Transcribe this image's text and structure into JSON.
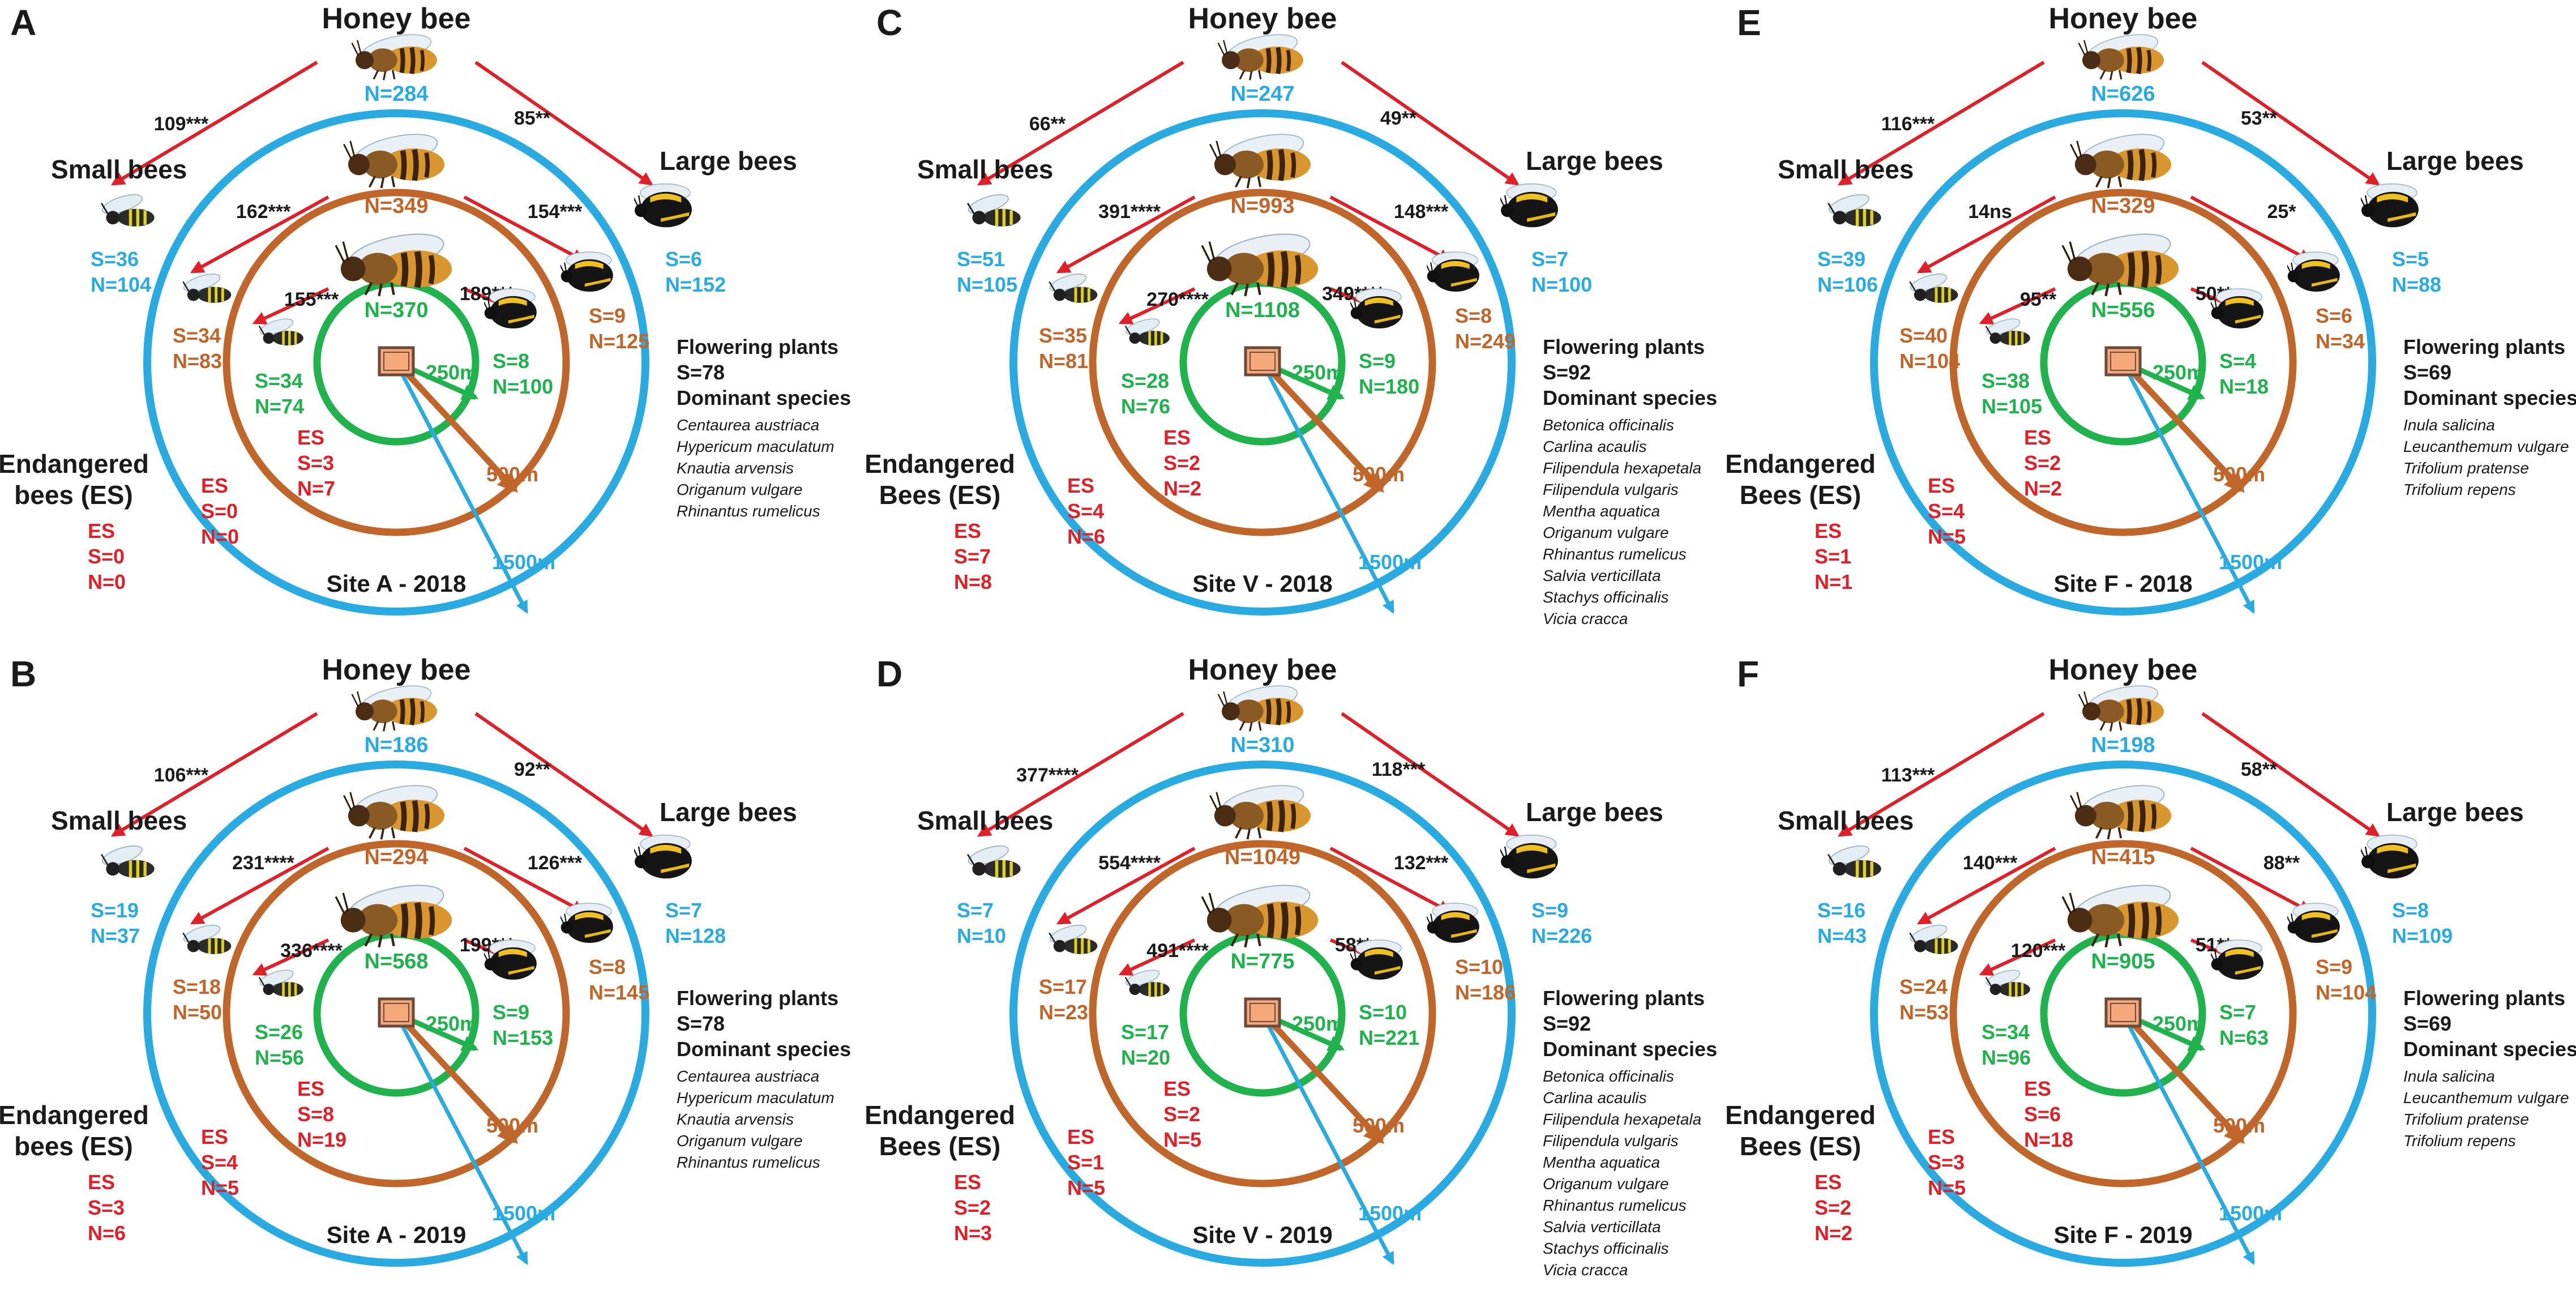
{
  "colors": {
    "blue": "#29abe2",
    "brown": "#c1662b",
    "green": "#20b24c",
    "red": "#e02029",
    "black": "#1a1a1a",
    "hive_fill": "#f5a87a",
    "hive_stroke": "#6b4a3a"
  },
  "labels": {
    "honey_bee": "Honey bee",
    "small_bees": "Small bees",
    "large_bees": "Large bees",
    "endangered_line1": "Endangered",
    "es": "ES",
    "r250": "250m",
    "r500": "500m",
    "r1500": "1500m",
    "flowering": "Flowering plants",
    "dominant": "Dominant species"
  },
  "endangered_line2_variants": [
    "bees (ES)",
    "Bees (ES)"
  ],
  "panels": [
    {
      "letter": "A",
      "site": "Site A - 2018",
      "es_variant": 0,
      "hb": [
        "N=284",
        "N=349",
        "N=370"
      ],
      "arrows_out": [
        "109***",
        "85**"
      ],
      "arrows_mid": [
        "162***",
        "154***"
      ],
      "arrows_in": [
        "155***",
        "189***"
      ],
      "small": [
        [
          "S=36",
          "N=104"
        ],
        [
          "S=34",
          "N=83"
        ],
        [
          "S=34",
          "N=74"
        ]
      ],
      "large": [
        [
          "S=6",
          "N=152"
        ],
        [
          "S=9",
          "N=125"
        ],
        [
          "S=8",
          "N=100"
        ]
      ],
      "es": [
        [
          "S=0",
          "N=0"
        ],
        [
          "S=0",
          "N=0"
        ],
        [
          "S=3",
          "N=7"
        ]
      ],
      "plants_s": "S=78",
      "species": [
        "Centaurea austriaca",
        "Hypericum maculatum",
        "Knautia arvensis",
        "Origanum vulgare",
        "Rhinantus rumelicus"
      ]
    },
    {
      "letter": "B",
      "site": "Site A - 2019",
      "es_variant": 0,
      "hb": [
        "N=186",
        "N=294",
        "N=568"
      ],
      "arrows_out": [
        "106***",
        "92**"
      ],
      "arrows_mid": [
        "231****",
        "126***"
      ],
      "arrows_in": [
        "336****",
        "199***"
      ],
      "small": [
        [
          "S=19",
          "N=37"
        ],
        [
          "S=18",
          "N=50"
        ],
        [
          "S=26",
          "N=56"
        ]
      ],
      "large": [
        [
          "S=7",
          "N=128"
        ],
        [
          "S=8",
          "N=145"
        ],
        [
          "S=9",
          "N=153"
        ]
      ],
      "es": [
        [
          "S=3",
          "N=6"
        ],
        [
          "S=4",
          "N=5"
        ],
        [
          "S=8",
          "N=19"
        ]
      ],
      "plants_s": "S=78",
      "species": [
        "Centaurea austriaca",
        "Hypericum maculatum",
        "Knautia arvensis",
        "Origanum vulgare",
        "Rhinantus rumelicus"
      ]
    },
    {
      "letter": "C",
      "site": "Site V - 2018",
      "es_variant": 1,
      "hb": [
        "N=247",
        "N=993",
        "N=1108"
      ],
      "arrows_out": [
        "66**",
        "49**"
      ],
      "arrows_mid": [
        "391****",
        "148***"
      ],
      "arrows_in": [
        "270****",
        "349****"
      ],
      "small": [
        [
          "S=51",
          "N=105"
        ],
        [
          "S=35",
          "N=81"
        ],
        [
          "S=28",
          "N=76"
        ]
      ],
      "large": [
        [
          "S=7",
          "N=100"
        ],
        [
          "S=8",
          "N=249"
        ],
        [
          "S=9",
          "N=180"
        ]
      ],
      "es": [
        [
          "S=7",
          "N=8"
        ],
        [
          "S=4",
          "N=6"
        ],
        [
          "S=2",
          "N=2"
        ]
      ],
      "plants_s": "S=92",
      "species": [
        "Betonica officinalis",
        "Carlina acaulis",
        "Filipendula hexapetala",
        "Filipendula vulgaris",
        "Mentha aquatica",
        "Origanum vulgare",
        "Rhinantus rumelicus",
        "Salvia verticillata",
        "Stachys officinalis",
        "Vicia cracca"
      ]
    },
    {
      "letter": "D",
      "site": "Site V - 2019",
      "es_variant": 1,
      "hb": [
        "N=310",
        "N=1049",
        "N=775"
      ],
      "arrows_out": [
        "377****",
        "118***"
      ],
      "arrows_mid": [
        "554****",
        "132***"
      ],
      "arrows_in": [
        "491****",
        "58**"
      ],
      "small": [
        [
          "S=7",
          "N=10"
        ],
        [
          "S=17",
          "N=23"
        ],
        [
          "S=17",
          "N=20"
        ]
      ],
      "large": [
        [
          "S=9",
          "N=226"
        ],
        [
          "S=10",
          "N=186"
        ],
        [
          "S=10",
          "N=221"
        ]
      ],
      "es": [
        [
          "S=2",
          "N=3"
        ],
        [
          "S=1",
          "N=5"
        ],
        [
          "S=2",
          "N=5"
        ]
      ],
      "plants_s": "S=92",
      "species": [
        "Betonica officinalis",
        "Carlina acaulis",
        "Filipendula hexapetala",
        "Filipendula vulgaris",
        "Mentha aquatica",
        "Origanum vulgare",
        "Rhinantus rumelicus",
        "Salvia verticillata",
        "Stachys officinalis",
        "Vicia cracca"
      ]
    },
    {
      "letter": "E",
      "site": "Site F - 2018",
      "es_variant": 1,
      "hb": [
        "N=626",
        "N=329",
        "N=556"
      ],
      "arrows_out": [
        "116***",
        "53**"
      ],
      "arrows_mid": [
        "14ns",
        "25*"
      ],
      "arrows_in": [
        "95**",
        "50**"
      ],
      "small": [
        [
          "S=39",
          "N=106"
        ],
        [
          "S=40",
          "N=104"
        ],
        [
          "S=38",
          "N=105"
        ]
      ],
      "large": [
        [
          "S=5",
          "N=88"
        ],
        [
          "S=6",
          "N=34"
        ],
        [
          "S=4",
          "N=18"
        ]
      ],
      "es": [
        [
          "S=1",
          "N=1"
        ],
        [
          "S=4",
          "N=5"
        ],
        [
          "S=2",
          "N=2"
        ]
      ],
      "plants_s": "S=69",
      "species": [
        "Inula salicina",
        "Leucanthemum vulgare",
        "Trifolium pratense",
        "Trifolium repens"
      ]
    },
    {
      "letter": "F",
      "site": "Site F - 2019",
      "es_variant": 1,
      "hb": [
        "N=198",
        "N=415",
        "N=905"
      ],
      "arrows_out": [
        "113***",
        "58**"
      ],
      "arrows_mid": [
        "140***",
        "88**"
      ],
      "arrows_in": [
        "120***",
        "51**"
      ],
      "small": [
        [
          "S=16",
          "N=43"
        ],
        [
          "S=24",
          "N=53"
        ],
        [
          "S=34",
          "N=96"
        ]
      ],
      "large": [
        [
          "S=8",
          "N=109"
        ],
        [
          "S=9",
          "N=104"
        ],
        [
          "S=7",
          "N=63"
        ]
      ],
      "es": [
        [
          "S=2",
          "N=2"
        ],
        [
          "S=3",
          "N=5"
        ],
        [
          "S=6",
          "N=18"
        ]
      ],
      "plants_s": "S=69",
      "species": [
        "Inula salicina",
        "Leucanthemum vulgare",
        "Trifolium pratense",
        "Trifolium repens"
      ]
    }
  ]
}
